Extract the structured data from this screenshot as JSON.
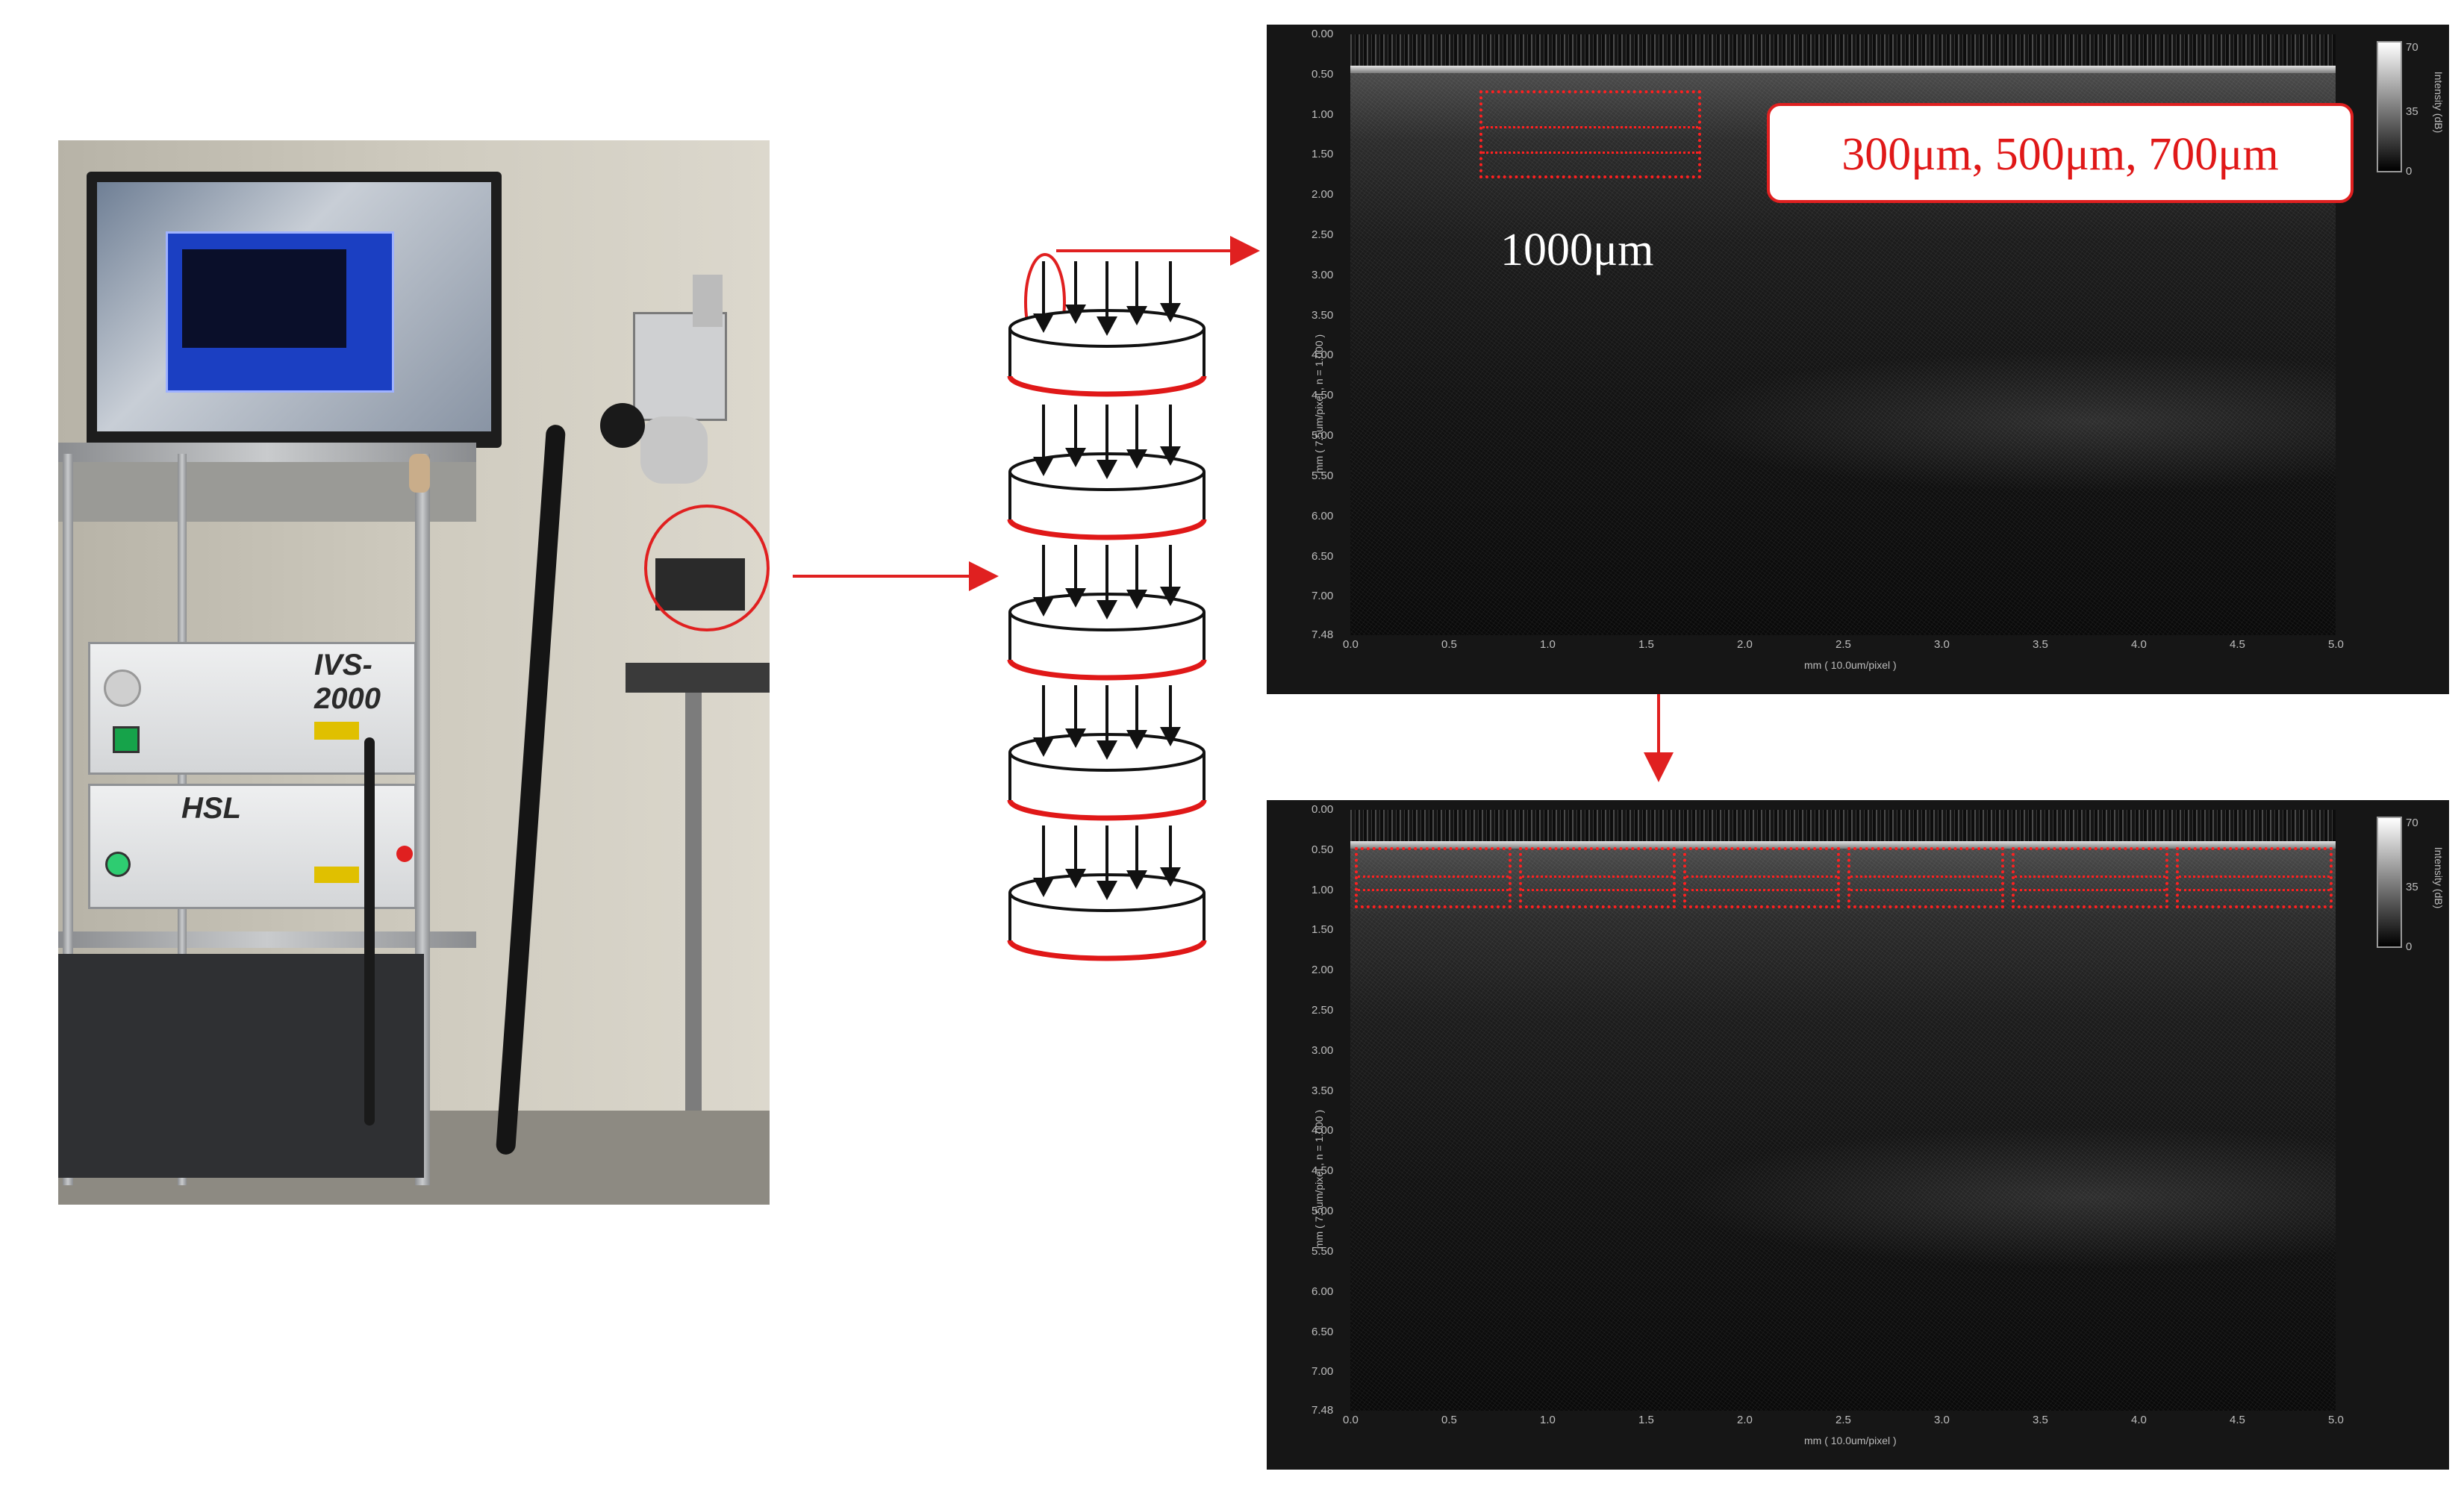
{
  "photo": {
    "device_top_label": "IVS-2000",
    "device_bottom_label": "HSL"
  },
  "annotations": {
    "depths_label": "300μm, 500μm, 700μm",
    "width_label": "1000μm"
  },
  "oct_top": {
    "y_ticks": [
      "0.00",
      "0.50",
      "1.00",
      "1.50",
      "2.00",
      "2.50",
      "3.00",
      "3.50",
      "4.00",
      "4.50",
      "5.00",
      "5.50",
      "6.00",
      "6.50",
      "7.00",
      "7.48"
    ],
    "x_ticks": [
      "0.0",
      "0.5",
      "1.0",
      "1.5",
      "2.0",
      "2.5",
      "3.0",
      "3.5",
      "4.0",
      "4.5",
      "5.0"
    ],
    "x_label": "mm ( 10.0um/pixel )",
    "y_label": "mm ( 7.5um/pixel , n = 1.000 )",
    "colorbar_ticks": [
      "70",
      "35",
      "0"
    ],
    "colorbar_label": "Intensity (dB)"
  },
  "oct_bottom": {
    "y_ticks": [
      "0.00",
      "0.50",
      "1.00",
      "1.50",
      "2.00",
      "2.50",
      "3.00",
      "3.50",
      "4.00",
      "4.50",
      "5.00",
      "5.50",
      "6.00",
      "6.50",
      "7.00",
      "7.48"
    ],
    "x_ticks": [
      "0.0",
      "0.5",
      "1.0",
      "1.5",
      "2.0",
      "2.5",
      "3.0",
      "3.5",
      "4.0",
      "4.5",
      "5.0"
    ],
    "x_label": "mm ( 10.0um/pixel )",
    "y_label": "mm ( 7.5um/pixel , n = 1.000 )",
    "colorbar_ticks": [
      "70",
      "35",
      "0"
    ],
    "colorbar_label": "Intensity (dB)"
  },
  "colors": {
    "accent_red": "#e01818",
    "panel_bg": "#161616"
  },
  "roi_count_bottom": 6,
  "sample_discs": 5
}
